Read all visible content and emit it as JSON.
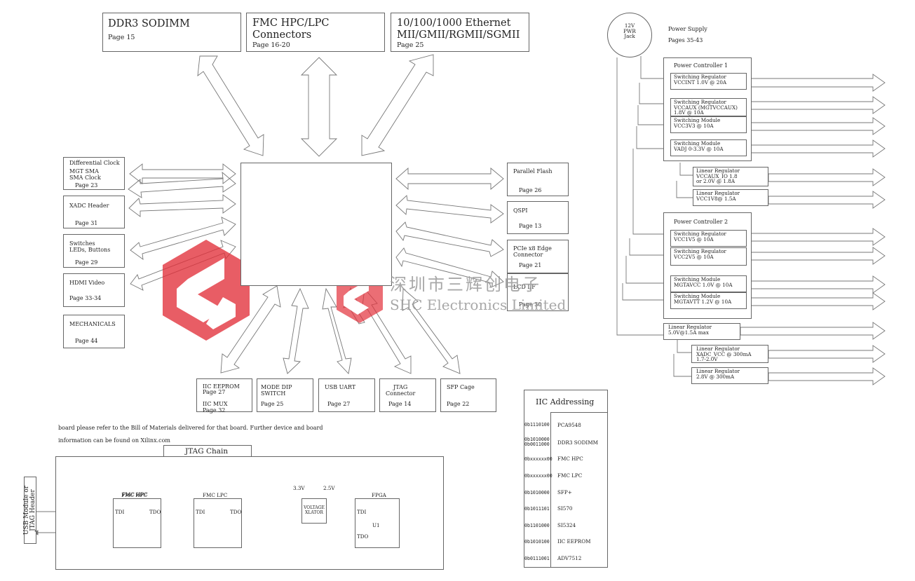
{
  "top_blocks": [
    {
      "title": "DDR3 SODIMM",
      "page": "Page 15"
    },
    {
      "title": "FMC HPC/LPC\nConnectors",
      "page": "Page 16-20"
    },
    {
      "title": "10/100/1000 Ethernet\nMII/GMII/RGMII/SGMII",
      "page": "Page 25"
    }
  ],
  "left_blocks": [
    {
      "title": "Differential Clock",
      "sub": "MGT SMA\nSMA Clock",
      "page": "Page 23"
    },
    {
      "title": "XADC Header",
      "sub": "",
      "page": "Page 31"
    },
    {
      "title": "Switches\nLEDs, Buttons",
      "sub": "",
      "page": "Page 29"
    },
    {
      "title": "HDMI Video",
      "sub": "",
      "page": "Page 33-34"
    },
    {
      "title": "MECHANICALS",
      "sub": "",
      "page": "Page 44"
    }
  ],
  "right_blocks": [
    {
      "title": "Parallel Flash",
      "page": "Page 26"
    },
    {
      "title": "QSPI",
      "page": "Page 13"
    },
    {
      "title": "PCIe x8 Edge\nConnector",
      "page": "Page 21"
    },
    {
      "title": "LCD I/F",
      "page": "Page 30"
    }
  ],
  "bottom_blocks": [
    {
      "title": "IIC EEPROM\nPage 27\n\nIIC MUX\nPage 32",
      "page": ""
    },
    {
      "title": "MODE DIP\nSWITCH",
      "page": "Page 25"
    },
    {
      "title": "USB UART",
      "page": "Page 27"
    },
    {
      "title": "JTAG\nConnector",
      "page": "Page 14"
    },
    {
      "title": "SFP Cage",
      "page": "Page 22"
    }
  ],
  "power": {
    "jack": "12V\nPWR\nJack",
    "title": "Power Supply",
    "pages": "Pages 35-43",
    "controller1": "Power Controller 1",
    "controller2": "Power Controller 2",
    "regs1": [
      "Switching Regulator\nVCCINT 1.0V @ 20A",
      "Switching Regulator\nVCCAUX (MGTVCCAUX)\n1.8V @ 10A",
      "Switching Module\nVCC3V3 @ 10A",
      "Switching Module\nVADJ 0-3.3V @ 10A"
    ],
    "lin1": [
      "Linear Regulator\nVCCAUX_IO 1.8\nor 2.0V @ 1.8A",
      "Linear Regulator\nVCC1V8@ 1.5A"
    ],
    "regs2": [
      "Switching Regulator\nVCC1V5 @ 10A",
      "Switching Regulator\nVCC2V5 @ 10A",
      "Switching Module\nMGTAVCC 1.0V @ 10A",
      "Switching Module\nMGTAVTT 1.2V @ 10A"
    ],
    "lin_main": "Linear Regulator\n5.0V@1.5A max",
    "lin2": [
      "Linear Regulator\nXADC_VCC @ 300mA\n1.7-2.0V",
      "Linear Regulator\n2.8V @ 300mA"
    ]
  },
  "notes": [
    "board please refer to the Bill of Materials delivered for that board. Further device and board",
    "information can be found on Xilinx.com"
  ],
  "iic": {
    "title": "IIC Addressing",
    "rows": [
      {
        "addr": "0b1110100",
        "dev": "PCA9548"
      },
      {
        "addr": "0b1010000\n0b0011000",
        "dev": "DDR3 SODIMM"
      },
      {
        "addr": "0bxxxxxx00",
        "dev": "FMC HPC"
      },
      {
        "addr": "0bxxxxxx00",
        "dev": "FMC LPC"
      },
      {
        "addr": "0b1010000",
        "dev": "SFP+"
      },
      {
        "addr": "0b1011101",
        "dev": "SI570"
      },
      {
        "addr": "0b1101000",
        "dev": "SI5324"
      },
      {
        "addr": "0b1010100",
        "dev": "IIC EEPROM"
      },
      {
        "addr": "0b0111001",
        "dev": "ADV7512"
      }
    ]
  },
  "jtag": {
    "title": "JTAG Chain",
    "header": "USB Module or\nJTAG Header",
    "fmc_hpc": "FMC HPC",
    "fmc_lpc": "FMC LPC",
    "tdi": "TDI",
    "tdo": "TDO",
    "xlator": "VOLTAGE\nXLATOR",
    "v33": "3.3V",
    "v25": "2.5V",
    "fpga": "FPGA",
    "u1": "U1"
  },
  "watermark": {
    "cn": "深圳市三辉创电子",
    "en": "SHC Electronics Limited"
  },
  "colors": {
    "line": "#666666",
    "logo": "#e2303a"
  }
}
